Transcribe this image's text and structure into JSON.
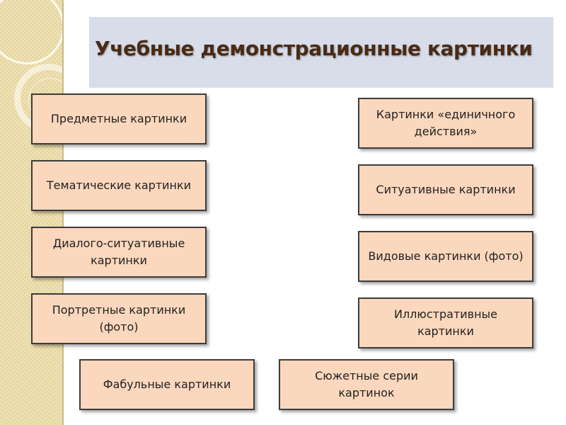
{
  "title": "Учебные демонстрационные картинки",
  "colors": {
    "box_fill": "#fbd7bd",
    "box_border": "#3c3c3c",
    "title_banner": "#d7dde9",
    "title_text": "#4a2a14",
    "left_strip": "#efe2b4"
  },
  "left_column": [
    "Предметные картинки",
    "Тематические картинки",
    "Диалого-ситуативные картинки",
    "Портретные картинки (фото)"
  ],
  "right_column": [
    "Картинки «единичного действия»",
    "Ситуативные картинки",
    "Видовые картинки (фото)",
    "Иллюстративные картинки"
  ],
  "bottom_row": [
    "Фабульные картинки",
    "Сюжетные серии картинок"
  ]
}
